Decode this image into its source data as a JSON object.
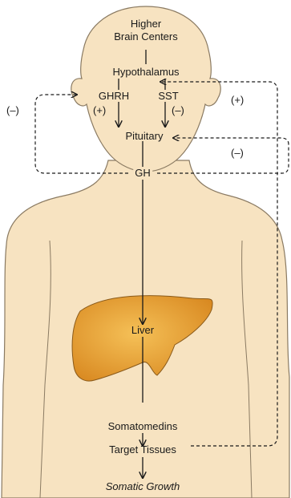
{
  "labels": {
    "higher_brain_line1": "Higher",
    "higher_brain_line2": "Brain Centers",
    "hypothalamus": "Hypothalamus",
    "ghrh": "GHRH",
    "sst": "SST",
    "pituitary": "Pituitary",
    "gh": "GH",
    "liver": "Liver",
    "somatomedins": "Somatomedins",
    "target_tissues": "Target Tissues",
    "somatic_growth": "Somatic Growth"
  },
  "signs": {
    "neg_left_outer": "(–)",
    "pos_ghrh": "(+)",
    "neg_sst": "(–)",
    "pos_right_upper": "(+)",
    "neg_right_lower": "(–)"
  },
  "colors": {
    "skin": "#f7e3c1",
    "outline": "#8a7a62",
    "liver_fill": "#e8a33a",
    "liver_edge": "#8a5a1a",
    "ink": "#1a1a1a"
  }
}
